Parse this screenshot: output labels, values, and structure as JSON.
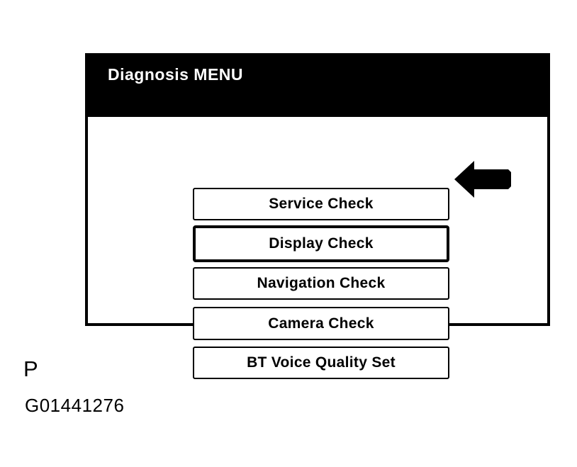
{
  "screen": {
    "title": "Diagnosis MENU",
    "menu_items": [
      {
        "label": "Service Check",
        "selected": false
      },
      {
        "label": "Display Check",
        "selected": true
      },
      {
        "label": "Navigation Check",
        "selected": false
      },
      {
        "label": "Camera Check",
        "selected": false
      },
      {
        "label": "BT Voice Quality Set",
        "selected": false
      }
    ]
  },
  "pointer": {
    "icon": "arrow-left-icon",
    "points_to": "Display Check"
  },
  "caption": {
    "panel_letter": "P",
    "figure_code": "G01441276"
  },
  "colors": {
    "header_bg": "#000000",
    "header_text": "#ffffff",
    "body_bg": "#ffffff",
    "border": "#000000",
    "arrow": "#000000"
  }
}
